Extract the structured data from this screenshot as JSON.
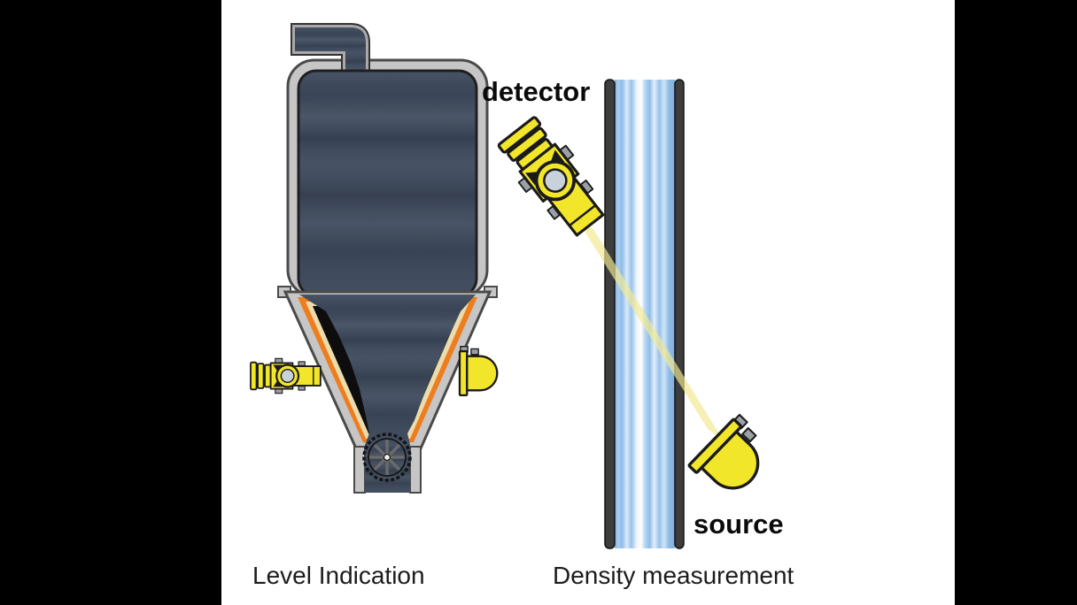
{
  "diagram": {
    "left": {
      "caption": "Level Indication",
      "elements": [
        "silo-vessel",
        "inlet-pipe",
        "granular-material",
        "cone-lining",
        "rotary-valve",
        "level-detector-device",
        "level-source-device"
      ]
    },
    "right": {
      "caption": "Density measurement",
      "detector_label": "detector",
      "source_label": "source",
      "elements": [
        "process-pipe",
        "liquid-flow",
        "radiation-beam",
        "density-detector-device",
        "density-source-device"
      ]
    }
  },
  "colors": {
    "bg_black": "#000000",
    "canvas_white": "#FFFFFF",
    "device_yellow": "#F2E62B",
    "device_outline": "#1A1A1A",
    "metal_gray": "#9AA0A6",
    "window_gray": "#C9D1DA",
    "beam_yellow": "#F1E992",
    "material_blue": "#5C6E8B",
    "wall_gray": "#C6C6C6",
    "wall_outline": "#4A4A4A",
    "lining_orange": "#ED7D1E",
    "lining_tan": "#EADCAC",
    "interior_black": "#0D0D0D",
    "pipe_wall_dark": "#3D3D3D",
    "flow_blue": "#7FB0DE",
    "flow_highlight": "#FFFFFF",
    "label_color": "#0A0A0A",
    "caption_color": "#1C1C1C"
  }
}
